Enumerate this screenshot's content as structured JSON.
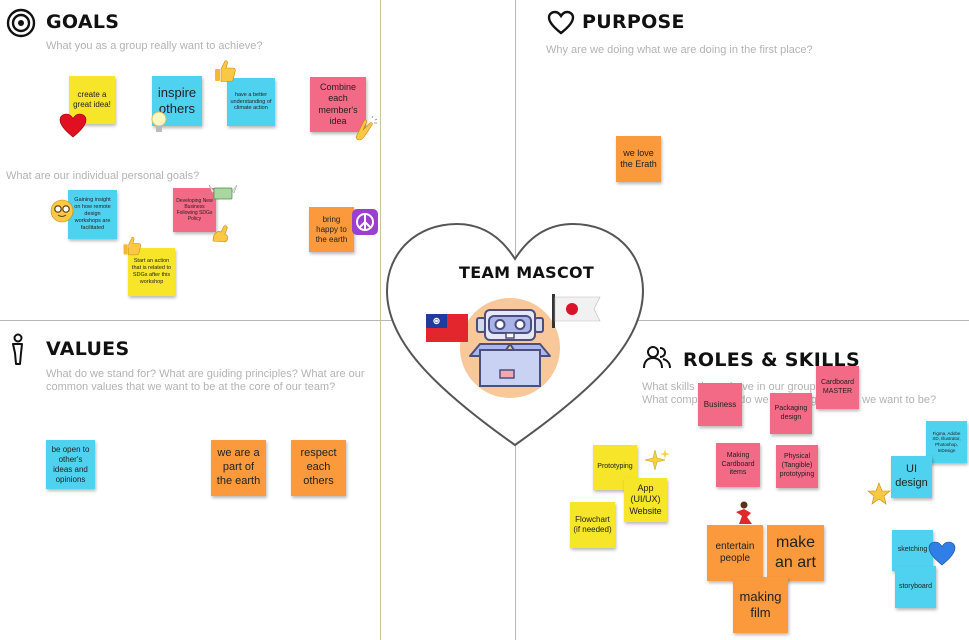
{
  "goals": {
    "title": "GOALS",
    "prompt": "What you as a group really want to achieve?",
    "prompt2": "What are our individual personal goals?",
    "notes": [
      "create a great idea!",
      "inspire others",
      "have a better understanding of climate action",
      "Combine each member's idea",
      "Gaining insight on how remote design workshops are facilitated",
      "Developing New Business Following SDGs Policy",
      "bring happy to the earth",
      "Start an action that is related to SDGs after this workshop"
    ]
  },
  "purpose": {
    "title": "PURPOSE",
    "prompt": "Why are we doing what we are doing in the first place?",
    "notes": [
      "we love the Erath"
    ]
  },
  "values": {
    "title": "VALUES",
    "prompt_line1": "What do we stand for? What are guiding principles? What are our",
    "prompt_line2": "common values that we want to be at the core of our team?",
    "notes": [
      "be open to other's ideas and opinions",
      "we are a part of the earth",
      "respect each others"
    ]
  },
  "roles": {
    "title": "ROLES & SKILLS",
    "prompt_line1": "What skills do we have in our group?",
    "prompt_line2": "What competences do we have to get where we want to be?",
    "notes": [
      "Business",
      "Packaging design",
      "Cardboard MASTER",
      "Making Cardboard items",
      "Physical (Tangible) prototyping",
      "Prototyping",
      "App (UI/UX) Website",
      "Flowchart (if needed)",
      "entertain people",
      "make an art",
      "making film",
      "Figma, Adobe XD, Illustrator, Photoshop, InDesign",
      "UI design",
      "sketching",
      "storyboard"
    ]
  },
  "mascot": {
    "title": "TEAM MASCOT"
  },
  "icons": [
    "target-icon",
    "heart-icon",
    "figure-icon",
    "people-icon",
    "robot-box-icon",
    "taiwan-flag-icon",
    "japan-flag-icon"
  ],
  "colors": {
    "yellow": "#f6e529",
    "cyan": "#4fd2ef",
    "pink": "#f36a86",
    "orange": "#fb9a3c"
  }
}
